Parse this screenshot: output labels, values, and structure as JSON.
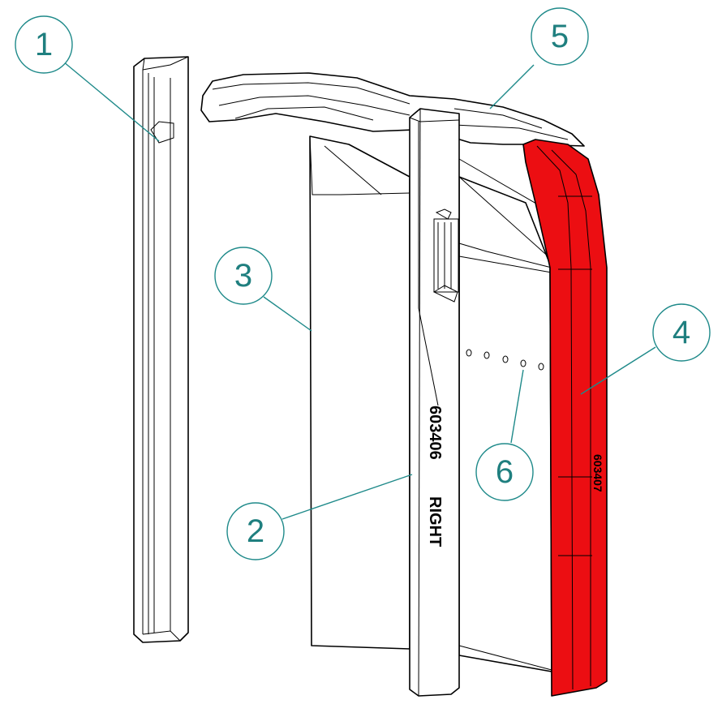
{
  "callouts": [
    {
      "label": "1"
    },
    {
      "label": "2"
    },
    {
      "label": "3"
    },
    {
      "label": "4"
    },
    {
      "label": "5"
    },
    {
      "label": "6"
    }
  ],
  "part_markings": {
    "part_number": "603406",
    "side": "RIGHT"
  },
  "colors": {
    "callout": "#1f8a8a",
    "highlight": "#ec0e12",
    "line": "#000000"
  }
}
